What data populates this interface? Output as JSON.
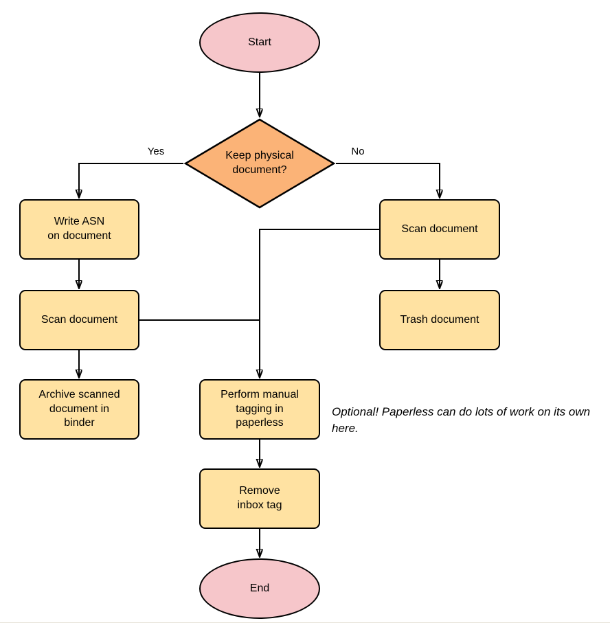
{
  "diagram": {
    "nodes": {
      "start": {
        "type": "terminal",
        "label": "Start"
      },
      "decision": {
        "type": "decision",
        "label": "Keep physical\ndocument?"
      },
      "write_asn": {
        "type": "process",
        "label": "Write ASN\non document"
      },
      "scan_discard": {
        "type": "process",
        "label": "Scan document"
      },
      "trash": {
        "type": "process",
        "label": "Trash document"
      },
      "scan_keep": {
        "type": "process",
        "label": "Scan document"
      },
      "archive": {
        "type": "process",
        "label": "Archive scanned\ndocument in\nbinder"
      },
      "tagging": {
        "type": "process",
        "label": "Perform manual\ntagging in\npaperless"
      },
      "remove_inbox": {
        "type": "process",
        "label": "Remove\ninbox tag"
      },
      "end": {
        "type": "terminal",
        "label": "End"
      }
    },
    "edges": [
      {
        "from": "start",
        "to": "decision",
        "label": ""
      },
      {
        "from": "decision",
        "to": "write_asn",
        "label": "Yes"
      },
      {
        "from": "decision",
        "to": "scan_discard",
        "label": "No"
      },
      {
        "from": "write_asn",
        "to": "scan_keep",
        "label": ""
      },
      {
        "from": "scan_discard",
        "to": "trash",
        "label": ""
      },
      {
        "from": "scan_keep",
        "to": "archive",
        "label": ""
      },
      {
        "from": "scan_keep",
        "to": "tagging",
        "label": ""
      },
      {
        "from": "scan_discard",
        "to": "tagging",
        "label": ""
      },
      {
        "from": "tagging",
        "to": "remove_inbox",
        "label": ""
      },
      {
        "from": "remove_inbox",
        "to": "end",
        "label": ""
      }
    ],
    "annotation": "Optional! Paperless can do lots of work on its own here.",
    "colors": {
      "terminal_fill": "#f6c6ca",
      "decision_fill": "#fbb377",
      "process_fill": "#ffe2a2",
      "stroke": "#000000",
      "background": "#ffffff"
    }
  }
}
